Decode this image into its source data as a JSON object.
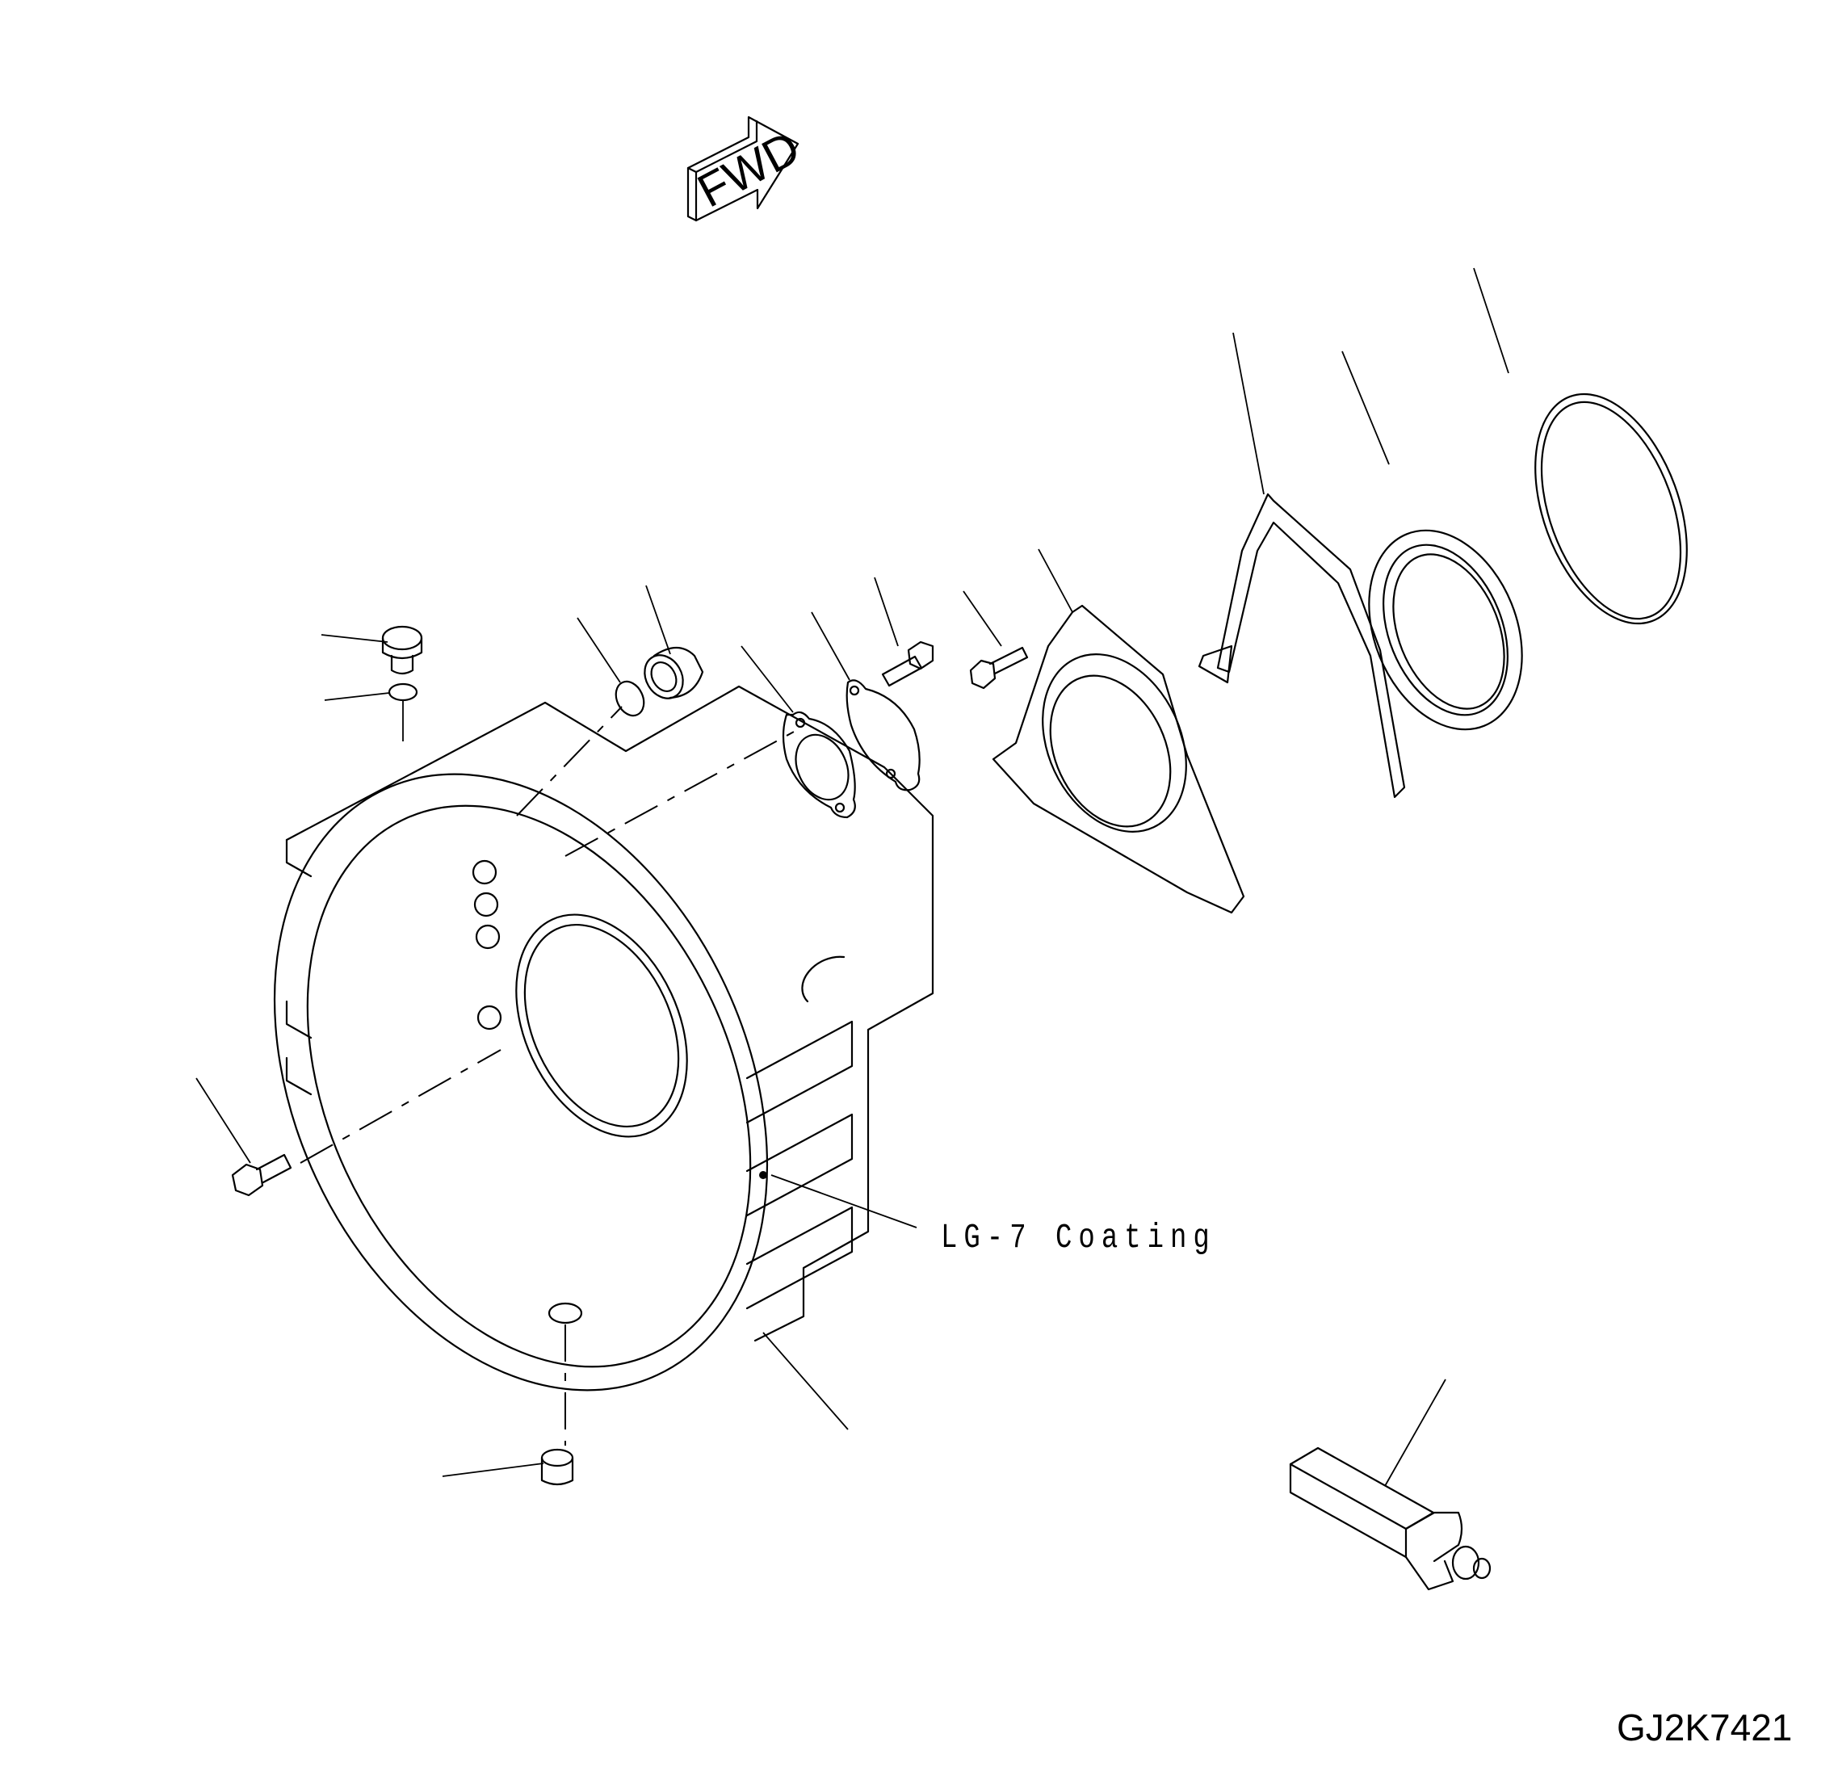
{
  "diagram": {
    "type": "exploded parts diagram",
    "subject": "flywheel housing assembly",
    "direction_indicator": "FWD",
    "annotations": [
      {
        "id": "lg7",
        "text": "LG-7 Coating"
      }
    ],
    "figure_id": "GJ2K7421",
    "parts": [
      {
        "name": "plug-top"
      },
      {
        "name": "o-ring-small"
      },
      {
        "name": "o-ring-cover"
      },
      {
        "name": "sleeve-plug"
      },
      {
        "name": "gasket-round"
      },
      {
        "name": "cover-plate"
      },
      {
        "name": "bolt-cover"
      },
      {
        "name": "bolt-seal-housing"
      },
      {
        "name": "seal-housing"
      },
      {
        "name": "gasket-seal-housing"
      },
      {
        "name": "oil-seal"
      },
      {
        "name": "o-ring-large"
      },
      {
        "name": "flywheel-housing"
      },
      {
        "name": "bolt-mounting"
      },
      {
        "name": "plug-bottom"
      },
      {
        "name": "sealant-tube"
      }
    ],
    "colors": {
      "line": "#000000",
      "background": "#ffffff"
    }
  }
}
